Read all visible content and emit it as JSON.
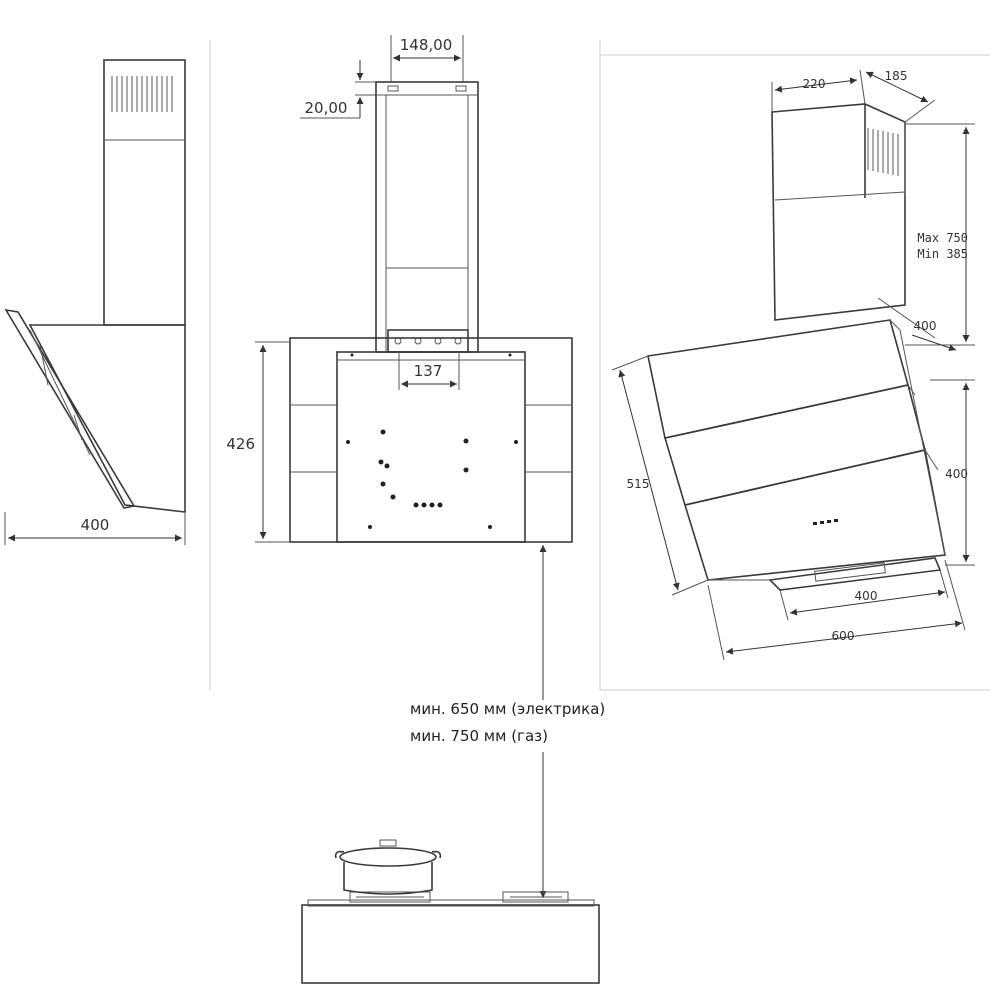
{
  "dimensions": {
    "side_width": "400",
    "chimney_top_width": "148,00",
    "chimney_top_height": "20,00",
    "bracket_spacing": "137",
    "front_height": "426",
    "iso_chimney_width": "220",
    "iso_chimney_depth": "185",
    "iso_chimney_height_max": "Max 750",
    "iso_chimney_height_min": "Min 385",
    "iso_offset": "400",
    "iso_body_height": "400",
    "iso_glass_depth": "515",
    "iso_bottom_width": "400",
    "iso_total_width": "600"
  },
  "installation_note": {
    "electric": "мин. 650 мм (электрика)",
    "gas": "мин. 750 мм (газ)"
  },
  "colors": {
    "line": "#3a3a3a",
    "background": "#ffffff"
  }
}
